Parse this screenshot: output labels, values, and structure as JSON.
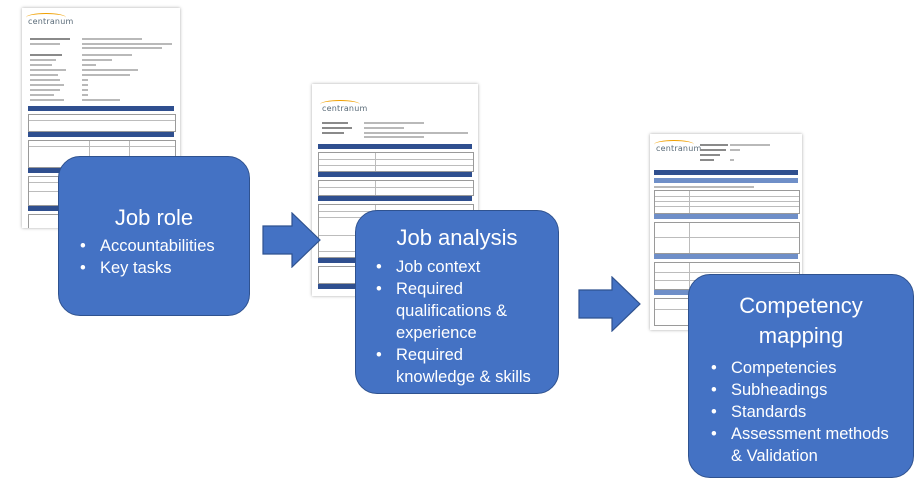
{
  "documents": {
    "doc1": {
      "logo": "centranum"
    },
    "doc2": {
      "logo": "centranum"
    },
    "doc3": {
      "logo": "centranum"
    }
  },
  "stages": [
    {
      "title": "Job role",
      "bullets": [
        "Accountabilities",
        "Key tasks"
      ]
    },
    {
      "title": "Job analysis",
      "bullets": [
        "Job context",
        "Required qualifications & experience",
        "Required knowledge & skills"
      ]
    },
    {
      "title": "Competency mapping",
      "bullets": [
        "Competencies",
        "Subheadings",
        "Standards",
        "Assessment methods & Validation"
      ]
    }
  ],
  "bullet_glyph": "•",
  "colors": {
    "box_fill": "#4472c4",
    "box_border": "#2f528f",
    "text": "#ffffff",
    "header_bar": "#2f4f8f"
  },
  "icons": [
    "right-arrow-icon",
    "right-arrow-icon"
  ]
}
